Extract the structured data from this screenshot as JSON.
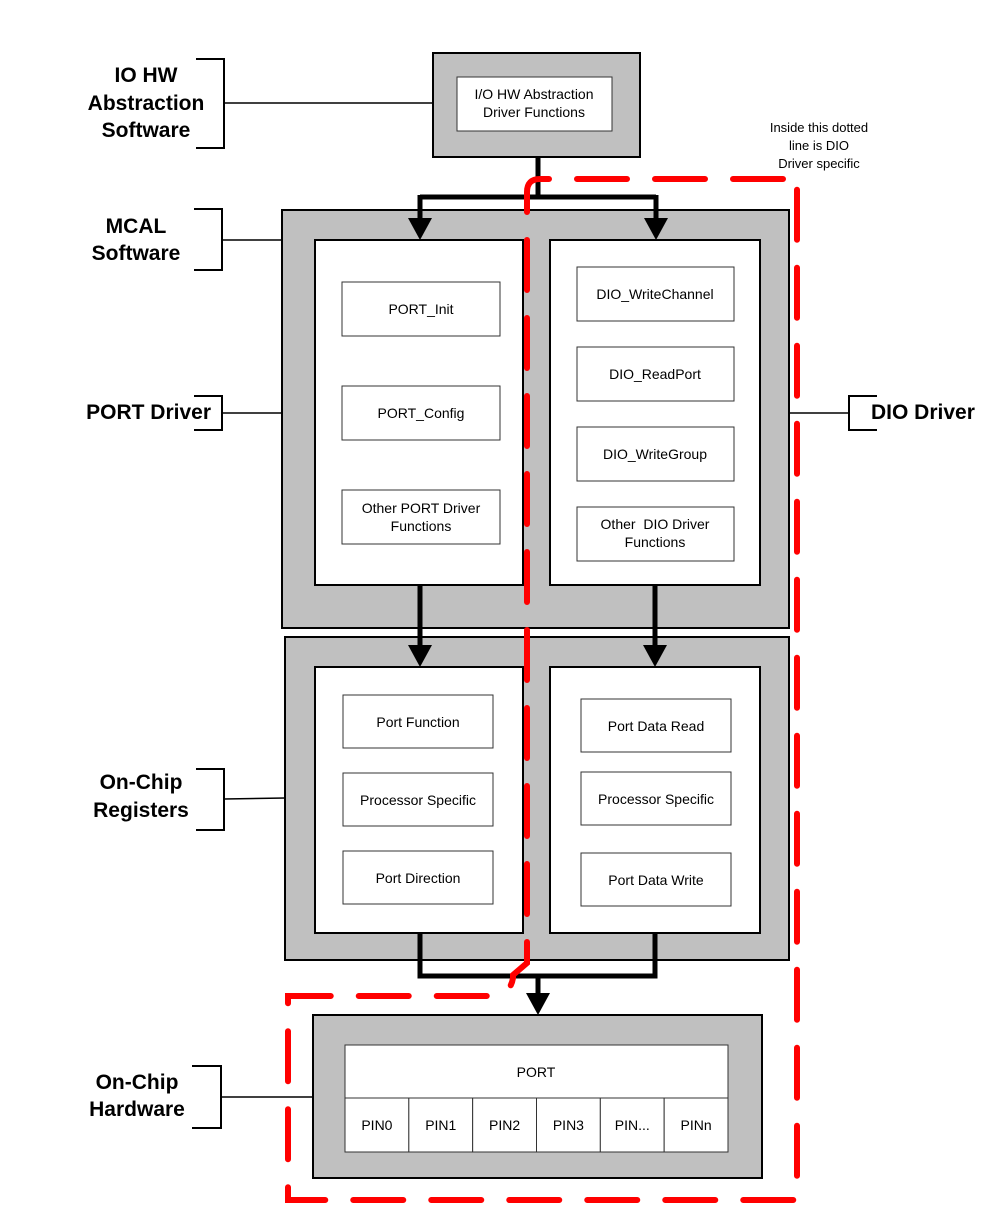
{
  "layer_labels": {
    "io_hw": [
      "IO HW",
      "Abstraction",
      "Software"
    ],
    "mcal": [
      "MCAL",
      "Software"
    ],
    "port_driver": "PORT Driver",
    "dio_driver": "DIO Driver",
    "registers": [
      "On-Chip",
      "Registers"
    ],
    "hardware": [
      "On-Chip",
      "Hardware"
    ]
  },
  "io_hw_box": [
    "I/O HW Abstraction",
    "Driver Functions"
  ],
  "note": [
    "Inside this dotted",
    "line is DIO",
    "Driver specific"
  ],
  "port_driver_functions": [
    [
      "PORT_Init"
    ],
    [
      "PORT_Config"
    ],
    [
      "Other PORT Driver",
      "Functions"
    ]
  ],
  "dio_driver_functions": [
    [
      "DIO_WriteChannel"
    ],
    [
      "DIO_ReadPort"
    ],
    [
      "DIO_WriteGroup"
    ],
    [
      "Other  DIO Driver",
      "Functions"
    ]
  ],
  "port_registers": [
    "Port Function",
    "Processor Specific",
    "Port Direction"
  ],
  "dio_registers": [
    "Port Data Read",
    "Processor Specific",
    "Port Data Write"
  ],
  "hardware": {
    "port_label": "PORT",
    "pins": [
      "PIN0",
      "PIN1",
      "PIN2",
      "PIN3",
      "PIN...",
      "PINn"
    ]
  },
  "colors": {
    "layer_fill": "#c0c0c0",
    "dio_boundary": "#ff0000"
  }
}
